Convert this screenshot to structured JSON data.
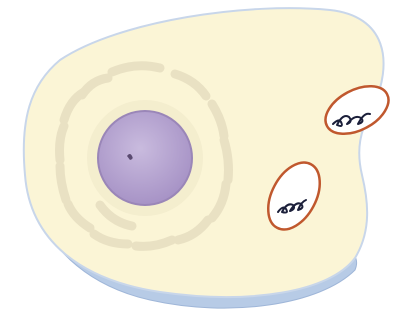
{
  "diagram": {
    "title": "",
    "labels": [],
    "colors": {
      "background": "#ffffff",
      "cytoplasm": "#fbf5d6",
      "cell_edge_shadow": "#b7cbe6",
      "cell_outline": "#c8d6ea",
      "er_membrane": "#e9e1c3",
      "nucleus_fill": "#b7a6cf",
      "nucleus_edge": "#9a86b8",
      "nucleus_halo": "#efe7c8",
      "mitochondrion_rim": "#c0582e",
      "mitochondrion_fill": "#ffffff",
      "dna_strand": "#1b1f3a",
      "nucleolus": "#5a4a70"
    },
    "components": [
      {
        "name": "cell-body",
        "icon": "eukaryotic-cell-icon"
      },
      {
        "name": "nucleus",
        "icon": "nucleus-icon"
      },
      {
        "name": "endoplasmic-reticulum",
        "icon": "er-membrane-icon",
        "count": 14
      },
      {
        "name": "mitochondrion-upper",
        "icon": "mitochondrion-icon"
      },
      {
        "name": "mitochondrion-lower",
        "icon": "mitochondrion-icon"
      }
    ]
  }
}
